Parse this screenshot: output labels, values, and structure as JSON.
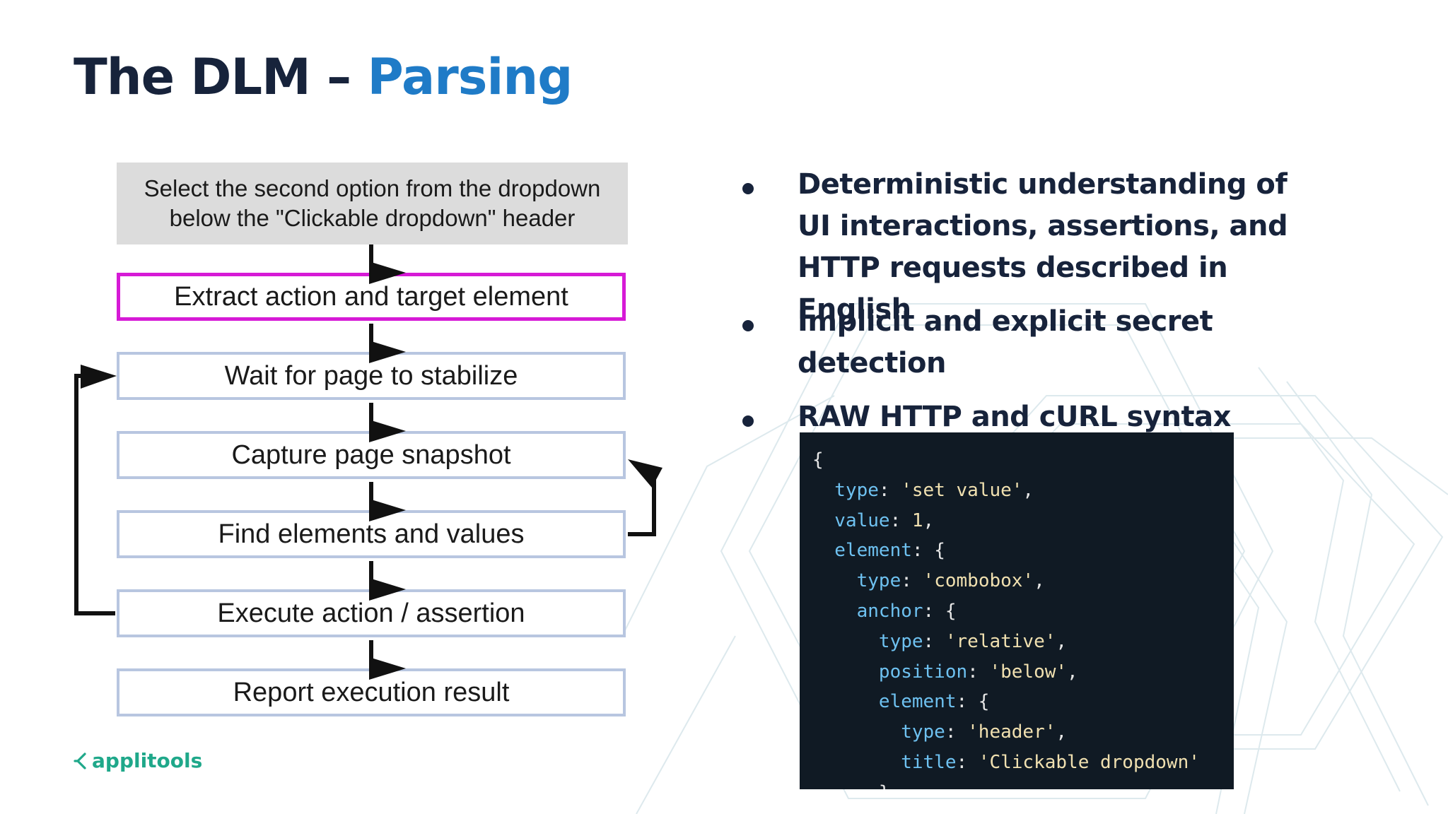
{
  "slide": {
    "title_prefix": "The DLM – ",
    "title_accent": "Parsing"
  },
  "colors": {
    "title_dark": "#17233b",
    "title_accent": "#1f7bc7",
    "step_border": "#b8c6e0",
    "highlight_border": "#d61ad6",
    "instruction_bg": "#dcdcdc",
    "code_bg": "#101a24",
    "brand": "#1fa88a"
  },
  "flowchart": {
    "instruction_line1": "Select the second option from the dropdown",
    "instruction_line2": "below the \"Clickable dropdown\" header",
    "steps": [
      "Extract action and target element",
      "Wait for page to stabilize",
      "Capture page snapshot",
      "Find elements and values",
      "Execute action / assertion",
      "Report execution result"
    ]
  },
  "bullets": [
    "Deterministic understanding of UI interactions, assertions, and HTTP requests described in English",
    "Implicit and explicit secret detection",
    "RAW HTTP and cURL syntax"
  ],
  "code_sample": {
    "lines": [
      [
        {
          "t": "{",
          "k": "punc"
        }
      ],
      [
        {
          "t": "  type",
          "k": "key"
        },
        {
          "t": ": ",
          "k": "punc"
        },
        {
          "t": "'set value'",
          "k": "str"
        },
        {
          "t": ",",
          "k": "punc"
        }
      ],
      [
        {
          "t": "  value",
          "k": "key"
        },
        {
          "t": ": ",
          "k": "punc"
        },
        {
          "t": "1",
          "k": "num"
        },
        {
          "t": ",",
          "k": "punc"
        }
      ],
      [
        {
          "t": "  element",
          "k": "key"
        },
        {
          "t": ": {",
          "k": "punc"
        }
      ],
      [
        {
          "t": "    type",
          "k": "key"
        },
        {
          "t": ": ",
          "k": "punc"
        },
        {
          "t": "'combobox'",
          "k": "str"
        },
        {
          "t": ",",
          "k": "punc"
        }
      ],
      [
        {
          "t": "    anchor",
          "k": "key"
        },
        {
          "t": ": {",
          "k": "punc"
        }
      ],
      [
        {
          "t": "      type",
          "k": "key"
        },
        {
          "t": ": ",
          "k": "punc"
        },
        {
          "t": "'relative'",
          "k": "str"
        },
        {
          "t": ",",
          "k": "punc"
        }
      ],
      [
        {
          "t": "      position",
          "k": "key"
        },
        {
          "t": ": ",
          "k": "punc"
        },
        {
          "t": "'below'",
          "k": "str"
        },
        {
          "t": ",",
          "k": "punc"
        }
      ],
      [
        {
          "t": "      element",
          "k": "key"
        },
        {
          "t": ": {",
          "k": "punc"
        }
      ],
      [
        {
          "t": "        type",
          "k": "key"
        },
        {
          "t": ": ",
          "k": "punc"
        },
        {
          "t": "'header'",
          "k": "str"
        },
        {
          "t": ",",
          "k": "punc"
        }
      ],
      [
        {
          "t": "        title",
          "k": "key"
        },
        {
          "t": ": ",
          "k": "punc"
        },
        {
          "t": "'Clickable dropdown'",
          "k": "str"
        }
      ],
      [
        {
          "t": "      }",
          "k": "punc"
        }
      ]
    ]
  },
  "brand": {
    "logo_text": "applitools",
    "logo_icon": "applitools-mark-icon"
  }
}
